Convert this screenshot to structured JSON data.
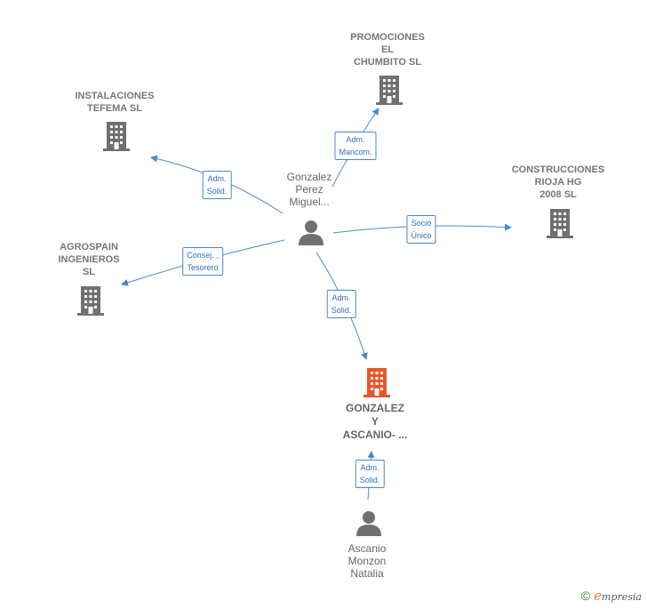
{
  "nodes": {
    "promociones": {
      "label": "PROMOCIONES\nEL\nCHUMBITO SL",
      "icon": "building-icon"
    },
    "instalaciones": {
      "label": "INSTALACIONES\nTEFEMA SL",
      "icon": "building-icon"
    },
    "construcciones": {
      "label": "CONSTRUCCIONES\nRIOJA HG\n2008 SL",
      "icon": "building-icon"
    },
    "agrospain": {
      "label": "AGROSPAIN\nINGENIEROS\nSL",
      "icon": "building-icon"
    },
    "gonzalez_company": {
      "label": "GONZALEZ\nY\nASCANIO- ...",
      "icon": "building-icon"
    },
    "gonzalez_person": {
      "label": "Gonzalez\nPerez\nMiguel...",
      "icon": "person-icon"
    },
    "ascanio_person": {
      "label": "Ascanio\nMonzon\nNatalia",
      "icon": "person-icon"
    }
  },
  "edges": {
    "to_promociones": "Adm.\nMancom.",
    "to_instalaciones": "Adm.\nSolid.",
    "to_construcciones": "Socio\nÚnico",
    "to_agrospain": "Consej. ,\nTesorero",
    "to_gonzalez_company": "Adm.\nSolid.",
    "ascanio_to_gonzalez": "Adm.\nSolid."
  },
  "colors": {
    "edge": "#4a88d0",
    "building": "#707070",
    "building_focus": "#e8562a",
    "person": "#707070"
  },
  "brand": {
    "copyright": "©",
    "initial": "e",
    "name": "mpresia"
  }
}
